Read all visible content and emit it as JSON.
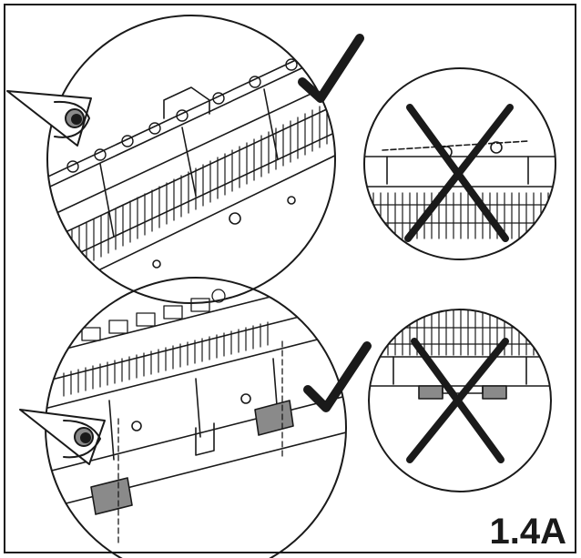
{
  "figure": {
    "label": "1.4A",
    "ink_color": "#1a1a1a",
    "fill_gray": "#8a8a8a",
    "background": "#ffffff"
  },
  "panels": [
    {
      "name": "top-correct",
      "marker": "check-mark-icon",
      "viewer": "eye-icon"
    },
    {
      "name": "top-incorrect",
      "marker": "x-mark-icon"
    },
    {
      "name": "bottom-correct",
      "marker": "check-mark-icon",
      "viewer": "eye-icon"
    },
    {
      "name": "bottom-incorrect",
      "marker": "x-mark-icon"
    }
  ]
}
